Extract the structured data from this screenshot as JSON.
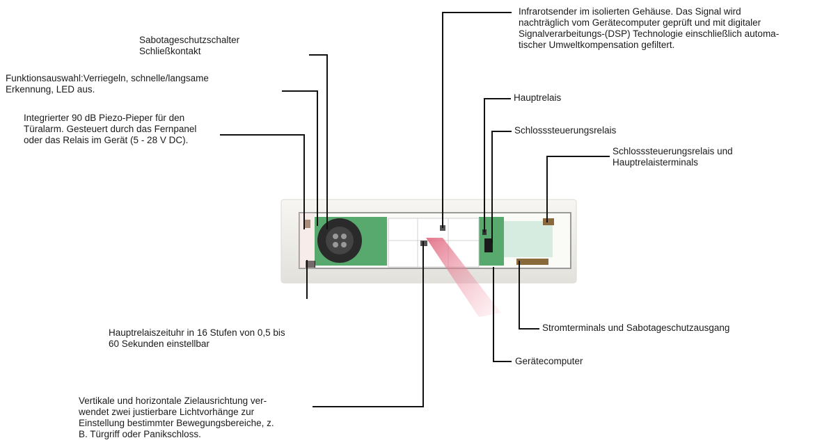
{
  "labels": {
    "sabotage_switch": "Sabotageschutzschalter\nSchließkontakt",
    "function_select": "Funktionsauswahl:Verriegeln,        schnelle/langsame\nErkennung, LED aus.",
    "piezo": "Integrierter  90  dB  Piezo-Pieper  für  den\nTüralarm. Gesteuert durch das Fernpanel\noder das Relais im Gerät (5 - 28 V DC).",
    "ir_sender": "Infrarotsender im isolierten Gehäuse. Das Signal wird\nnachträglich vom Gerätecomputer geprüft und mit digitaler\nSignalverarbeitungs-(DSP) Technologie einschließlich automa-\ntischer Umweltkompensation gefiltert.",
    "main_relay": "Hauptrelais",
    "lock_relay": "Schlosssteuerungsrelais",
    "lock_main_terminals": "Schlosssteuerungsrelais  und\nHauptrelaisterminals",
    "relay_timer": "Hauptrelaiszeituhr in 16 Stufen von 0,5 bis\n60 Sekunden einstellbar",
    "aiming": "Vertikale und horizontale Zielausrichtung ver-\nwendet zwei justierbare Lichtvorhänge zur\nEinstellung bestimmter Bewegungsbereiche, z.\nB. Türgriff oder Panikschloss.",
    "power_terminals": "Stromterminals und Sabotageschutzausgang",
    "device_computer": "Gerätecomputer"
  },
  "colors": {
    "line": "#111111",
    "board_green": "#3a9a55",
    "housing": "#efeeea",
    "beam": "#e0607a"
  },
  "device": {
    "parts": [
      "piezo-buzzer",
      "ir-window",
      "relay",
      "terminal-block"
    ]
  }
}
